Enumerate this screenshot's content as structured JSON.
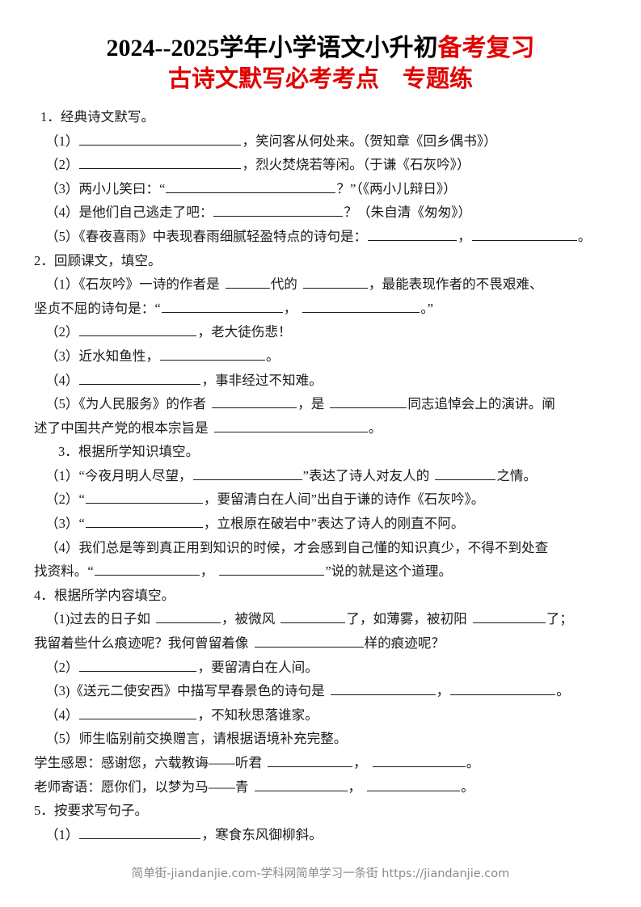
{
  "document": {
    "title_line_1_black": "2024--2025学年小学语文小升初",
    "title_line_1_red": "备考复习",
    "title_line_2": "古诗文默写必考考点　专题练"
  },
  "sections": [
    {
      "heading": "1．经典诗文默写。",
      "items": [
        {
          "parts": [
            "（1）",
            "，笑问客从何处来。（贺知章《回乡偶书》）"
          ]
        },
        {
          "parts": [
            "（2）",
            "，烈火焚烧若等闲。（于谦《石灰吟》）"
          ]
        },
        {
          "parts": [
            "（3）两小儿笑曰：“",
            "？”（《两小儿辩日》）"
          ]
        },
        {
          "parts": [
            "（4）是他们自己逃走了吧：",
            "？（朱自清《匆匆》）"
          ]
        },
        {
          "parts": [
            "（5）《春夜喜雨》中表现春雨细腻轻盈特点的诗句是：",
            "，",
            "。"
          ]
        }
      ]
    },
    {
      "heading": "2．回顾课文，填空。",
      "items": [
        {
          "parts": [
            "（1）《石灰吟》一诗的作者是",
            "代的",
            "，最能表现作者的不畏艰难、"
          ]
        },
        {
          "parts": [
            "坚贞不屈的诗句是：“",
            "，",
            "。”"
          ]
        },
        {
          "parts": [
            "（2）",
            "，老大徒伤悲！"
          ]
        },
        {
          "parts": [
            "（3）近水知鱼性，",
            "。"
          ]
        },
        {
          "parts": [
            "（4）",
            "，事非经过不知难。"
          ]
        },
        {
          "parts": [
            "（5）《为人民服务》的作者",
            "，是",
            "同志追悼会上的演讲。阐"
          ]
        },
        {
          "parts": [
            "述了中国共产党的根本宗旨是",
            "。"
          ]
        }
      ]
    },
    {
      "heading": "3．根据所学知识填空。",
      "items": [
        {
          "parts": [
            "（1）“今夜月明人尽望，",
            "”表达了诗人对友人的",
            "之情。"
          ]
        },
        {
          "parts": [
            "（2）“",
            "，要留清白在人间”出自于谦的诗作《石灰吟》。"
          ]
        },
        {
          "parts": [
            "（3）“",
            "，立根原在破岩中”表达了诗人的刚直不阿。"
          ]
        },
        {
          "parts": [
            "（4）我们总是等到真正用到知识的时候，才会感到自己懂的知识真少，不得不到处查"
          ]
        },
        {
          "parts": [
            "找资料。“",
            "，",
            "”说的就是这个道理。"
          ]
        }
      ]
    },
    {
      "heading": "4．根据所学内容填空。",
      "items": [
        {
          "parts": [
            "（1)过去的日子如",
            "，被微风",
            "了，如薄雾，被初阳",
            "了；"
          ]
        },
        {
          "parts": [
            "我留着些什么痕迹呢？我何曾留着像",
            "样的痕迹呢？"
          ]
        },
        {
          "parts": [
            "（2）",
            "，要留清白在人间。"
          ]
        },
        {
          "parts": [
            "（3)《送元二使安西》中描写早春景色的诗句是",
            "，",
            "。"
          ]
        },
        {
          "parts": [
            "（4）",
            "，不知秋思落谁家。"
          ]
        },
        {
          "parts": [
            "（5）师生临别前交换赠言，请根据语境补充完整。"
          ]
        },
        {
          "parts": [
            "学生感恩：感谢您，六载教诲——听君",
            "，",
            "。"
          ]
        },
        {
          "parts": [
            "老师寄语：愿你们，以梦为马——青",
            "，",
            "。"
          ]
        }
      ]
    },
    {
      "heading": "5．按要求写句子。",
      "items": [
        {
          "parts": [
            "（1）",
            "，寒食东风御柳斜。"
          ]
        }
      ]
    }
  ],
  "footer": {
    "watermark": "简单街-jiandanjie.com-学科网简单学习一条街 https://jiandanjie.com"
  }
}
